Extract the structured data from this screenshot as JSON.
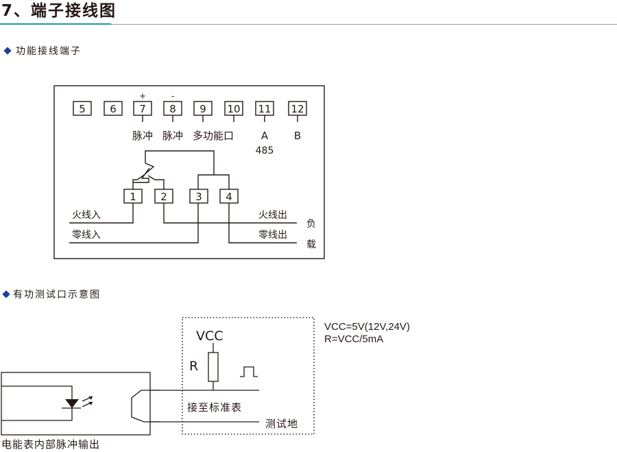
{
  "header": {
    "title": "7、端子接线图"
  },
  "colors": {
    "accent_rule": "#1a9a9a",
    "rule": "#9a9a9a",
    "bullet": "#1f3f93",
    "ink": "#231815"
  },
  "section1": {
    "heading": "功能接线端子",
    "top_terminals": [
      {
        "number": "5",
        "label": ""
      },
      {
        "number": "6",
        "label": ""
      },
      {
        "number": "7",
        "label": "脉冲",
        "polarity": "+"
      },
      {
        "number": "8",
        "label": "脉冲",
        "polarity": "-"
      },
      {
        "number": "9",
        "label": "多功能口"
      },
      {
        "number": "10",
        "label": ""
      },
      {
        "number": "11",
        "label": "A"
      },
      {
        "number": "12",
        "label": "B"
      }
    ],
    "rs485_label": "485",
    "bottom_terminals": [
      "1",
      "2",
      "3",
      "4"
    ],
    "labels": {
      "live_in": "火线入",
      "neutral_in": "零线入",
      "live_out": "火线出",
      "neutral_out": "零线出",
      "load_1": "负",
      "load_2": "载"
    }
  },
  "section2": {
    "heading": "有功测试口示意图",
    "vcc": "VCC",
    "resistor": "R",
    "to_standard_meter": "接至标准表",
    "test_ground": "测试地",
    "notes": [
      "VCC=5V(12V,24V)",
      "R=VCC/5mA"
    ],
    "caption": "电能表内部脉冲输出"
  }
}
